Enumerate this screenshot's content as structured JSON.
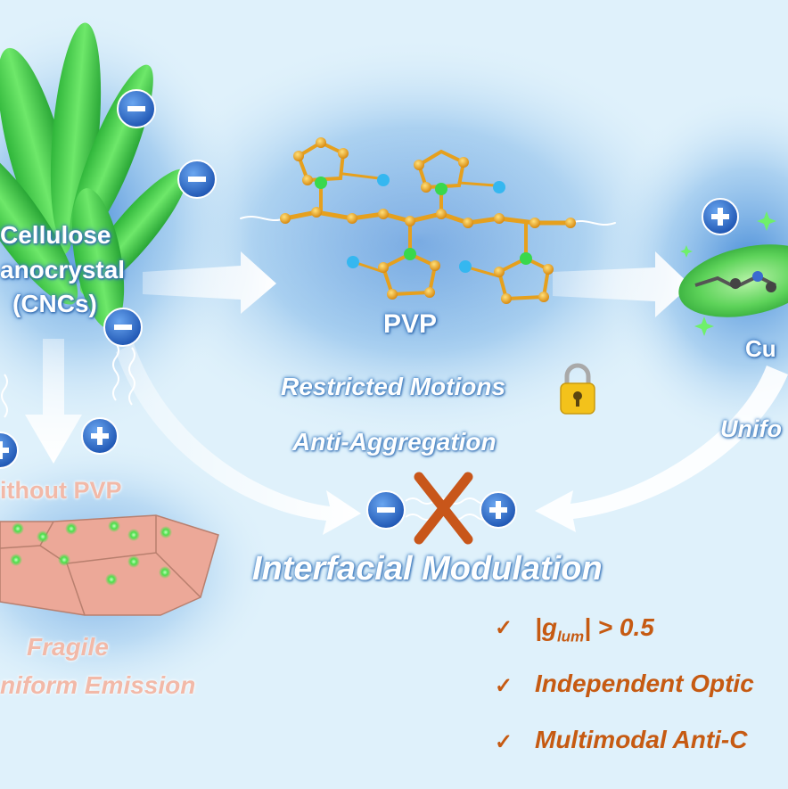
{
  "labels": {
    "cellulose_line1": "Cellulose",
    "cellulose_line2": "anocrystal",
    "cellulose_line3": "(CNCs)",
    "pvp": "PVP",
    "cu_partial": "Cu",
    "restricted_motions": "Restricted Motions",
    "anti_aggregation": "Anti-Aggregation",
    "uniform_partial": "Unifo",
    "without_pvp": "ithout PVP",
    "interfacial_modulation": "Interfacial Modulation",
    "fragile": "Fragile",
    "nonuniform_emission": "niform Emission"
  },
  "checklist": [
    {
      "mark": "✓",
      "text_pre": "|g",
      "text_sub": "lum",
      "text_post": "| > 0.5"
    },
    {
      "mark": "✓",
      "text": "Independent Optic"
    },
    {
      "mark": "✓",
      "text": "Multimodal Anti-C"
    }
  ],
  "charges": {
    "minus": "−",
    "plus": "+"
  },
  "colors": {
    "background": "#dff1fb",
    "halo": "#4f95dc",
    "cnc_green": "#3fcf4a",
    "pvp_gold": "#f2b22c",
    "nitrogen_green": "#39d84c",
    "oxygen_blue": "#35b7f0",
    "charge_blue": "#2c68c7",
    "cross_orange": "#c8561a",
    "film_pink": "#eca898",
    "text_orange": "#c65a12",
    "lock_yellow": "#f3c21b"
  }
}
